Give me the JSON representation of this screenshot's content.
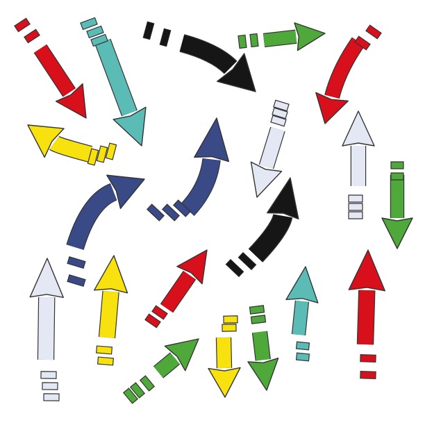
{
  "colors": {
    "red": "#d8101c",
    "teal": "#5bbcb6",
    "black": "#161616",
    "green": "#4fa93a",
    "yellow": "#f7e10f",
    "navy": "#394a86",
    "pale": "#e3e8f4",
    "outline": "#333333",
    "background": "#ffffff"
  },
  "arrows": [
    {
      "name": "red-arrow-top-left",
      "color": "red",
      "icon": "arrow-down-right-icon"
    },
    {
      "name": "teal-arrow-top",
      "color": "teal",
      "icon": "arrow-down-icon"
    },
    {
      "name": "black-curved-arrow-top",
      "color": "black",
      "icon": "curved-arrow-icon"
    },
    {
      "name": "green-arrow-top-right",
      "color": "green",
      "icon": "arrow-right-icon"
    },
    {
      "name": "red-curved-arrow-right",
      "color": "red",
      "icon": "curved-arrow-icon"
    },
    {
      "name": "yellow-curved-arrow-left",
      "color": "yellow",
      "icon": "curved-arrow-icon"
    },
    {
      "name": "pale-arrow-center",
      "color": "pale",
      "icon": "arrow-down-icon"
    },
    {
      "name": "pale-arrow-up-right",
      "color": "pale",
      "icon": "arrow-up-icon"
    },
    {
      "name": "green-arrow-down-right",
      "color": "green",
      "icon": "arrow-down-icon"
    },
    {
      "name": "navy-curved-arrow-center",
      "color": "navy",
      "icon": "curved-arrow-icon"
    },
    {
      "name": "navy-curved-arrow-left",
      "color": "navy",
      "icon": "curved-arrow-icon"
    },
    {
      "name": "black-curved-arrow-center",
      "color": "black",
      "icon": "curved-arrow-icon"
    },
    {
      "name": "pale-arrow-bottom-left",
      "color": "pale",
      "icon": "arrow-up-icon"
    },
    {
      "name": "yellow-arrow-bottom-left",
      "color": "yellow",
      "icon": "arrow-up-icon"
    },
    {
      "name": "red-arrow-center-bottom",
      "color": "red",
      "icon": "arrow-up-right-icon"
    },
    {
      "name": "teal-arrow-bottom-right",
      "color": "teal",
      "icon": "arrow-up-icon"
    },
    {
      "name": "red-arrow-bottom-right",
      "color": "red",
      "icon": "arrow-up-icon"
    },
    {
      "name": "green-arrow-bottom",
      "color": "green",
      "icon": "arrow-up-right-icon"
    },
    {
      "name": "yellow-arrow-bottom",
      "color": "yellow",
      "icon": "arrow-down-icon"
    },
    {
      "name": "green-arrow-bottom-center",
      "color": "green",
      "icon": "arrow-down-icon"
    }
  ]
}
